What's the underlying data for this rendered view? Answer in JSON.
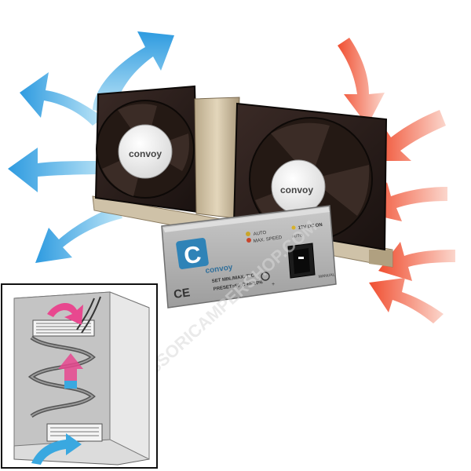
{
  "product": {
    "fan_brand": "convoy",
    "controller": {
      "brand_letter": "C",
      "brand_name": "convoy",
      "led_auto": "AUTO",
      "led_max": "MAX. SPEED",
      "supply": "12V DC",
      "on_label": "ON",
      "auto_label": "AUTO",
      "manual_label": "MANUAL",
      "set_label": "SET MIN./MAX. T°C",
      "preset_label": "PRESET=50°C +/- 10%",
      "minus": "-",
      "plus": "+",
      "ce_mark": "CE"
    }
  },
  "watermark": "ACCESSORICAMPERSHOP.COM",
  "colors": {
    "cool_air": "#3aa8e0",
    "warm_air": "#f25a3a",
    "inset_hot": "#e8488f",
    "inset_cool": "#3aa8e0",
    "housing": "#b8b8b8"
  }
}
